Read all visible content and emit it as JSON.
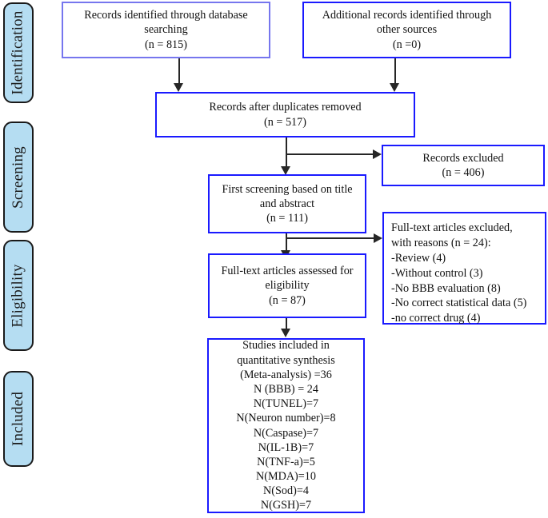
{
  "diagram": {
    "title": "PRISMA study selection flow diagram",
    "colors": {
      "box_border_blue": "#1a1aff",
      "box_border_lavender": "#7676ee",
      "pill_fill": "#b5ddf2",
      "pill_border": "#1a1a1a",
      "arrow": "#262626",
      "text": "#111111",
      "background": "#ffffff"
    },
    "stages": [
      {
        "label": "Identification"
      },
      {
        "label": "Screening"
      },
      {
        "label": "Eligibility"
      },
      {
        "label": "Included"
      }
    ],
    "boxes": {
      "records_identified": {
        "text": "Records identified through database\nsearching\n(n = 815)",
        "n": 815
      },
      "additional_records": {
        "text": "Additional records identified through\nother sources\n(n =0)",
        "n": 0
      },
      "after_duplicates": {
        "text": "Records after duplicates removed\n(n = 517)",
        "n": 517
      },
      "records_excluded": {
        "text": "Records excluded\n(n = 406)",
        "n": 406
      },
      "first_screening": {
        "text": "First screening based on title\nand abstract\n(n = 111)",
        "n": 111
      },
      "fulltext_excluded": {
        "text": "Full-text articles excluded,\nwith reasons (n = 24):\n-Review (4)\n-Without control (3)\n-No BBB evaluation (8)\n-No correct statistical data (5)\n-no correct drug (4)",
        "n": 24,
        "reasons": [
          {
            "label": "-Review",
            "count": 4
          },
          {
            "label": "-Without control",
            "count": 3
          },
          {
            "label": "-No BBB evaluation",
            "count": 8
          },
          {
            "label": "-No correct statistical data",
            "count": 5
          },
          {
            "label": "-no correct drug",
            "count": 4
          }
        ]
      },
      "fulltext_assessed": {
        "text": "Full-text articles assessed for\neligibility\n(n = 87)",
        "n": 87
      },
      "studies_included": {
        "text": "Studies included in\nquantitative synthesis\n(Meta-analysis) =36\nN (BBB) = 24\nN(TUNEL)=7\nN(Neuron number)=8\nN(Caspase)=7\nN(IL-1B)=7\nN(TNF-a)=5\nN(MDA)=10\nN(Sod)=4\nN(GSH)=7",
        "meta_analysis": 36,
        "outcomes": [
          {
            "label": "N (BBB)",
            "count": 24
          },
          {
            "label": "N(TUNEL)",
            "count": 7
          },
          {
            "label": "N(Neuron number)",
            "count": 8
          },
          {
            "label": "N(Caspase)",
            "count": 7
          },
          {
            "label": "N(IL-1B)",
            "count": 7
          },
          {
            "label": "N(TNF-a)",
            "count": 5
          },
          {
            "label": "N(MDA)",
            "count": 10
          },
          {
            "label": "N(Sod)",
            "count": 4
          },
          {
            "label": "N(GSH)",
            "count": 7
          }
        ]
      }
    }
  }
}
